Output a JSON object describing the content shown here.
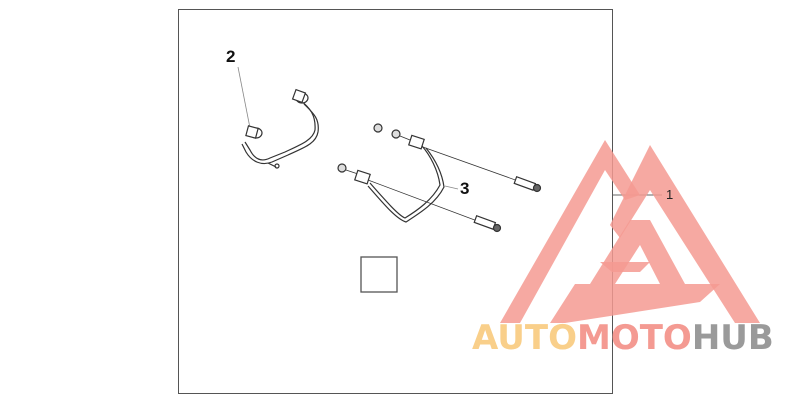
{
  "diagram": {
    "type": "parts-exploded-view",
    "callouts": [
      {
        "id": "1",
        "label": "1"
      },
      {
        "id": "2",
        "label": "2"
      },
      {
        "id": "3",
        "label": "3"
      }
    ]
  },
  "watermark": {
    "part1": "AUTO",
    "part2": "MOTO",
    "part3": "HUB",
    "colors": {
      "auto": "#f9cf8a",
      "moto": "#f49a92",
      "hub": "#9a9a9a",
      "logo": "#f49a92"
    }
  }
}
